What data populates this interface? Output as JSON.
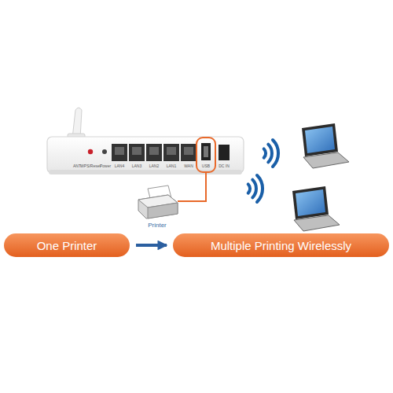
{
  "diagram": {
    "nodes": [
      {
        "text": [
          "One Printer"
        ]
      },
      {
        "text": [
          "Multiple Printing Wirelessly"
        ]
      }
    ],
    "edges": [
      {
        "from": 0,
        "to": 1,
        "arrow": "to"
      }
    ],
    "labels": [
      "ANT",
      "WPS/Reset",
      "Power",
      "LAN4",
      "LAN3",
      "LAN2",
      "LAN1",
      "WAN",
      "USB",
      "DC IN",
      "Printer"
    ]
  }
}
